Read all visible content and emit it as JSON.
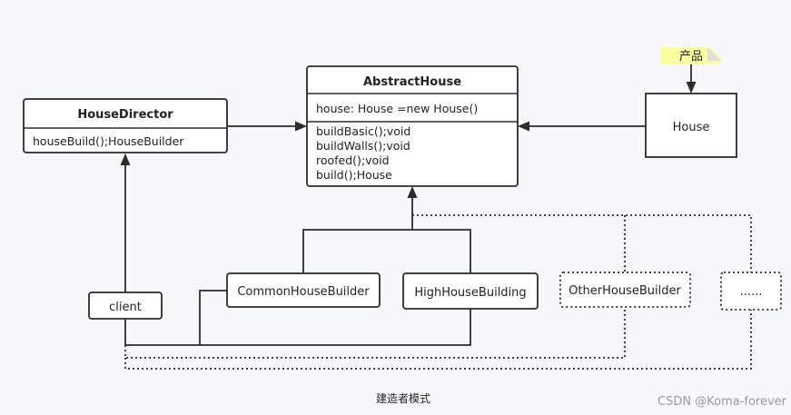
{
  "diagram": {
    "abstract_house": {
      "name": "AbstractHouse",
      "attribute": "house: House =new House()",
      "methods": [
        "buildBasic();void",
        "buildWalls();void",
        "roofed();void",
        "build();House"
      ]
    },
    "house_director": {
      "name": "HouseDirector",
      "method": "houseBuild();HouseBuilder"
    },
    "house": {
      "label": "House"
    },
    "note": {
      "label": "产品"
    },
    "client": {
      "label": "client"
    },
    "builders": {
      "common": "CommonHouseBuilder",
      "high": "HighHouseBuilding",
      "other": "OtherHouseBuilder",
      "more": "......"
    },
    "caption": "建造者模式",
    "watermark": "CSDN @Koma-forever"
  }
}
